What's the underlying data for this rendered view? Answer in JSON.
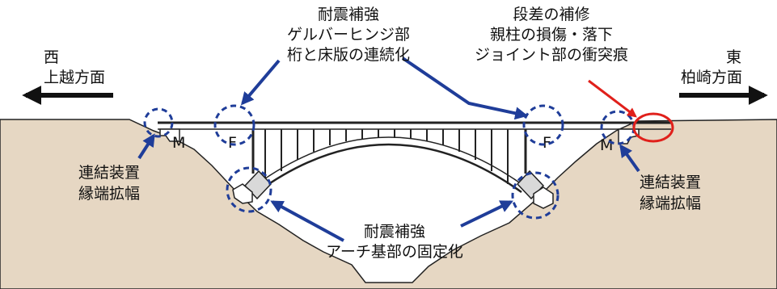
{
  "west": {
    "line1": "西",
    "line2": "上越方面"
  },
  "east": {
    "line1": "東",
    "line2": "柏崎方面"
  },
  "callout_top_center": {
    "lines": [
      "耐震補強",
      "ゲルバーヒンジ部",
      "桁と床版の連続化"
    ]
  },
  "callout_top_right": {
    "lines": [
      "段差の補修",
      "親柱の損傷・落下",
      "ジョイント部の衝突痕"
    ]
  },
  "callout_bottom_center": {
    "lines": [
      "耐震補強",
      "アーチ基部の固定化"
    ]
  },
  "callout_left": {
    "lines": [
      "連結装置",
      "縁端拡幅"
    ]
  },
  "callout_right": {
    "lines": [
      "連結装置",
      "縁端拡幅"
    ]
  },
  "bearing_labels": {
    "left_m": "M",
    "left_f": "F",
    "right_f": "F",
    "right_m": "M"
  },
  "colors": {
    "ground": "#e6d7c3",
    "outline": "#222222",
    "arrow_blue": "#1f3d99",
    "arrow_red": "#e0201b",
    "circle_blue": "#1f3d99",
    "circle_red": "#e0201b"
  }
}
